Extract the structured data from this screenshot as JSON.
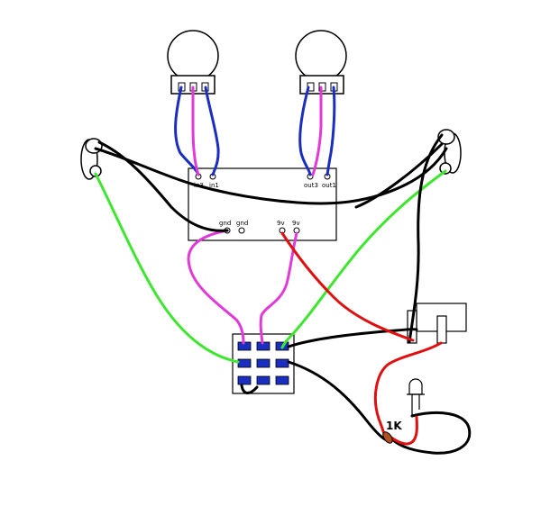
{
  "board": {
    "pins": {
      "in3": "in3",
      "in1": "in1",
      "out3": "out3",
      "out1": "out1",
      "gnd_a": "gnd",
      "gnd_b": "gnd",
      "v9_a": "9v",
      "v9_b": "9v"
    }
  },
  "resistor": {
    "label": "1K"
  },
  "colors": {
    "wire_blue": "#1a2fc0",
    "wire_magenta": "#e23ad8",
    "wire_green": "#3fe630",
    "wire_black": "#000000",
    "wire_red": "#e01010",
    "switch_pad": "#1a2fc0",
    "outline": "#000000"
  },
  "icons": [
    "potentiometer-icon",
    "jack-icon",
    "footswitch-icon",
    "dc-jack-icon",
    "led-icon",
    "resistor-icon"
  ]
}
